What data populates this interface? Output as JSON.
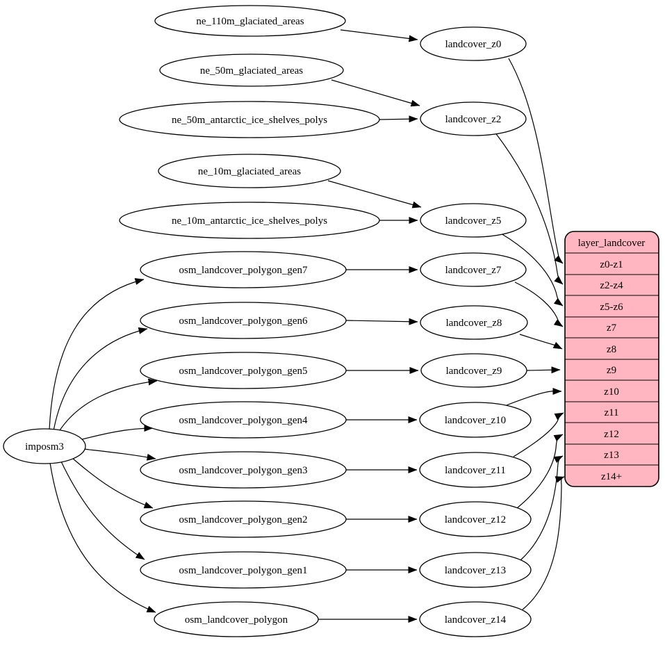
{
  "diagram_type": "graphviz-dependency-diagram",
  "colors": {
    "background": "#ffffff",
    "node_fill": "#ffffff",
    "stroke": "#000000",
    "table_fill": "#ffb6c1",
    "text": "#000000"
  },
  "nodes": {
    "imposm3": "imposm3",
    "ne_110m": "ne_110m_glaciated_areas",
    "ne_50m": "ne_50m_glaciated_areas",
    "ne_50m_ant": "ne_50m_antarctic_ice_shelves_polys",
    "ne_10m": "ne_10m_glaciated_areas",
    "ne_10m_ant": "ne_10m_antarctic_ice_shelves_polys",
    "gen7": "osm_landcover_polygon_gen7",
    "gen6": "osm_landcover_polygon_gen6",
    "gen5": "osm_landcover_polygon_gen5",
    "gen4": "osm_landcover_polygon_gen4",
    "gen3": "osm_landcover_polygon_gen3",
    "gen2": "osm_landcover_polygon_gen2",
    "gen1": "osm_landcover_polygon_gen1",
    "poly": "osm_landcover_polygon",
    "z0": "landcover_z0",
    "z2": "landcover_z2",
    "z5": "landcover_z5",
    "z7": "landcover_z7",
    "z8": "landcover_z8",
    "z9": "landcover_z9",
    "z10": "landcover_z10",
    "z11": "landcover_z11",
    "z12": "landcover_z12",
    "z13": "landcover_z13",
    "z14": "landcover_z14"
  },
  "table": {
    "title": "layer_landcover",
    "fill": "#ffb6c1",
    "rows": [
      "z0-z1",
      "z2-z4",
      "z5-z6",
      "z7",
      "z8",
      "z9",
      "z10",
      "z11",
      "z12",
      "z13",
      "z14+"
    ]
  },
  "edges": [
    {
      "from": "imposm3",
      "to": "osm_landcover_polygon_gen7"
    },
    {
      "from": "imposm3",
      "to": "osm_landcover_polygon_gen6"
    },
    {
      "from": "imposm3",
      "to": "osm_landcover_polygon_gen5"
    },
    {
      "from": "imposm3",
      "to": "osm_landcover_polygon_gen4"
    },
    {
      "from": "imposm3",
      "to": "osm_landcover_polygon_gen3"
    },
    {
      "from": "imposm3",
      "to": "osm_landcover_polygon_gen2"
    },
    {
      "from": "imposm3",
      "to": "osm_landcover_polygon_gen1"
    },
    {
      "from": "imposm3",
      "to": "osm_landcover_polygon"
    },
    {
      "from": "ne_110m_glaciated_areas",
      "to": "landcover_z0"
    },
    {
      "from": "ne_50m_glaciated_areas",
      "to": "landcover_z2"
    },
    {
      "from": "ne_50m_antarctic_ice_shelves_polys",
      "to": "landcover_z2"
    },
    {
      "from": "ne_10m_glaciated_areas",
      "to": "landcover_z5"
    },
    {
      "from": "ne_10m_antarctic_ice_shelves_polys",
      "to": "landcover_z5"
    },
    {
      "from": "osm_landcover_polygon_gen7",
      "to": "landcover_z7"
    },
    {
      "from": "osm_landcover_polygon_gen6",
      "to": "landcover_z8"
    },
    {
      "from": "osm_landcover_polygon_gen5",
      "to": "landcover_z9"
    },
    {
      "from": "osm_landcover_polygon_gen4",
      "to": "landcover_z10"
    },
    {
      "from": "osm_landcover_polygon_gen3",
      "to": "landcover_z11"
    },
    {
      "from": "osm_landcover_polygon_gen2",
      "to": "landcover_z12"
    },
    {
      "from": "osm_landcover_polygon_gen1",
      "to": "landcover_z13"
    },
    {
      "from": "osm_landcover_polygon",
      "to": "landcover_z14"
    },
    {
      "from": "landcover_z0",
      "to": "layer_landcover.z0-z1"
    },
    {
      "from": "landcover_z2",
      "to": "layer_landcover.z2-z4"
    },
    {
      "from": "landcover_z5",
      "to": "layer_landcover.z5-z6"
    },
    {
      "from": "landcover_z7",
      "to": "layer_landcover.z7"
    },
    {
      "from": "landcover_z8",
      "to": "layer_landcover.z8"
    },
    {
      "from": "landcover_z9",
      "to": "layer_landcover.z9"
    },
    {
      "from": "landcover_z10",
      "to": "layer_landcover.z10"
    },
    {
      "from": "landcover_z11",
      "to": "layer_landcover.z11"
    },
    {
      "from": "landcover_z12",
      "to": "layer_landcover.z12"
    },
    {
      "from": "landcover_z13",
      "to": "layer_landcover.z13"
    },
    {
      "from": "landcover_z14",
      "to": "layer_landcover.z14+"
    }
  ]
}
